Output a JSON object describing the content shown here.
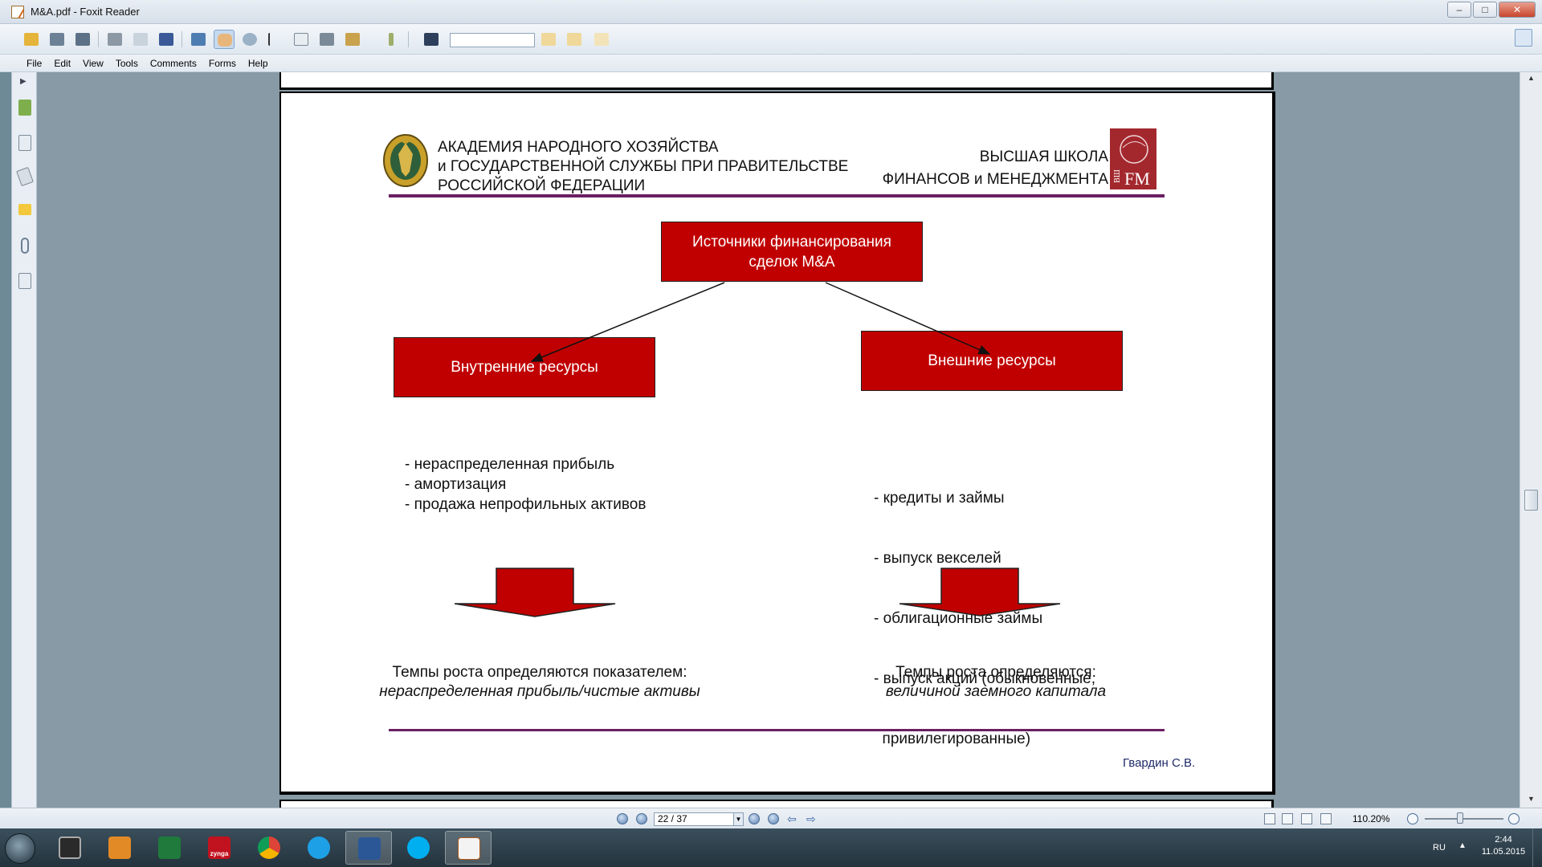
{
  "window": {
    "title": "M&A.pdf - Foxit Reader",
    "min": "–",
    "max": "□",
    "close": "✕"
  },
  "menu": [
    "File",
    "Edit",
    "View",
    "Tools",
    "Comments",
    "Forms",
    "Help"
  ],
  "toolbar": {
    "find_value": ""
  },
  "slide": {
    "header_left": [
      "АКАДЕМИЯ НАРОДНОГО ХОЗЯЙСТВА",
      "и ГОСУДАРСТВЕННОЙ СЛУЖБЫ ПРИ ПРАВИТЕЛЬСТВЕ",
      "РОССИЙСКОЙ ФЕДЕРАЦИИ"
    ],
    "header_right": [
      "ВЫСШАЯ ШКОЛА",
      "ФИНАНСОВ и МЕНЕДЖМЕНТА"
    ],
    "logo_text": "FM",
    "logo_side_text": "ВШ",
    "top_box": [
      "Источники финансирования",
      "сделок М&А"
    ],
    "left_box": "Внутренние ресурсы",
    "right_box": "Внешние ресурсы",
    "left_list": [
      "- нераспределенная прибыль",
      "- амортизация",
      "- продажа непрофильных активов"
    ],
    "right_list": [
      "- кредиты и займы",
      "- выпуск векселей",
      "- облигационные займы",
      "- выпуск акций (обыкновенные,",
      "  привилегированные)"
    ],
    "left_caption": [
      "Темпы роста определяются показателем:",
      "нераспределенная прибыль/чистые активы"
    ],
    "right_caption": [
      "Темпы роста определяются:",
      "величиной заемного капитала"
    ],
    "author": "Гвардин С.В."
  },
  "status": {
    "page": "22 / 37",
    "zoom": "110.20%"
  },
  "taskbar": {
    "zynga_label": "zynga",
    "lang": "RU",
    "time": "2:44",
    "date": "11.05.2015"
  },
  "colors": {
    "box_red": "#c00000",
    "rule_purple": "#6a1f62",
    "logo_red": "#a3282e"
  }
}
